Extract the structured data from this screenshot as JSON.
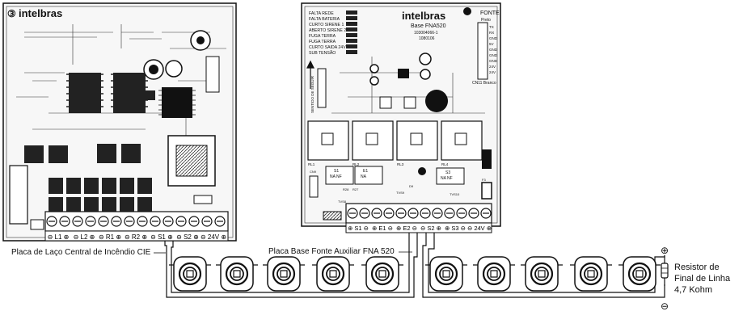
{
  "left_board": {
    "number": "③",
    "brand": "intelbras",
    "caption": "Placa de Laço Central de Incêndio CIE",
    "terminals": [
      "⊖ L1 ⊕",
      "⊖ L2 ⊕",
      "⊖ R1 ⊕",
      "⊖ R2 ⊕",
      "⊖ S1 ⊕",
      "⊖ S2 ⊕",
      "⊖ 24V ⊕"
    ]
  },
  "right_board": {
    "brand": "intelbras",
    "model": "Base FNA520",
    "code": "103004066-1",
    "part": "1080106",
    "fonte_label": "FONTE",
    "fonte_sub": "Preto",
    "cn_label": "CN11 Branco",
    "status_labels": [
      "FALTA REDE",
      "FALTA BATERIA",
      "CURTO SIRENE 1",
      "ABERTO SIRENE 2",
      "FUGA TERRA",
      "FUGA TERRA",
      "CURTO SAIDA 24V",
      "SUB TENSÃO"
    ],
    "fonte_pins": [
      "TX",
      "RX",
      "GND",
      "5V",
      "GND",
      "GND",
      "GND",
      "24V",
      "24V"
    ],
    "vertical_label": "SENTIDO DE SEGUIR",
    "relay_labels": [
      "RL1",
      "RL2",
      "RL3",
      "RL4"
    ],
    "switches": [
      {
        "name": "S1",
        "sub": "NA NF"
      },
      {
        "name": "E1",
        "sub": "NA"
      },
      {
        "name": "S3",
        "sub": "NA NF"
      }
    ],
    "small_labels": [
      "R28",
      "R27",
      "TVS8",
      "TVS9",
      "TVS10",
      "D9",
      "F3",
      "CN9"
    ],
    "terminals": [
      "⊕ S1 ⊖",
      "⊕ E1 ⊖",
      "⊕ E2 ⊖",
      "⊖ S2 ⊕",
      "⊕ S3 ⊖",
      "⊖ 24V ⊕"
    ],
    "caption": "Placa Base Fonte Auxiliar FNA 520"
  },
  "resistor": {
    "label_line1": "Resistor de",
    "label_line2": "Final de Linha",
    "label_line3": "4,7 Kohm",
    "plus": "⊕",
    "minus": "⊖"
  }
}
